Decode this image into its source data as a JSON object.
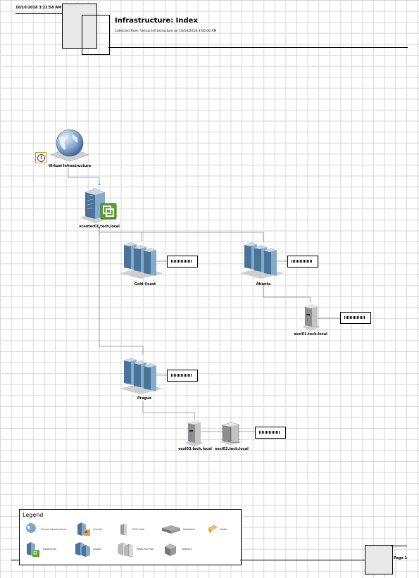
{
  "header": {
    "timestamp": "10/10/2018 3:22:58 AM",
    "title": "Infrastructure: Index",
    "subtitle": "Collected from: Virtual Infrastructure on 10/10/2018 3:00:00 AM"
  },
  "nodes": {
    "root": "Virtual Infrastructure",
    "vcenter": "vcenter01.tech.local",
    "datacenter_1": "Gold Coast",
    "datacenter_2": "Atlanta",
    "datacenter_3": "Prague",
    "host_1": "esxi01.tech.local",
    "host_2": "esxi03.tech.local",
    "host_3": "esxi02.tech.local"
  },
  "legend": {
    "title": "Legend",
    "items": [
      "Virtual Infrastructure",
      "vCenter",
      "ESXi Host",
      "Datastore",
      "Folder",
      "Datacenter",
      "Cluster",
      "Resource Pool",
      "Network"
    ]
  },
  "footer": {
    "page": "Page 1"
  },
  "colors": {
    "grid": "#d6d6d6",
    "server_blue": "#5b86ad",
    "vcenter_badge": "#5aa02c",
    "connector": "#8a8a8a"
  }
}
